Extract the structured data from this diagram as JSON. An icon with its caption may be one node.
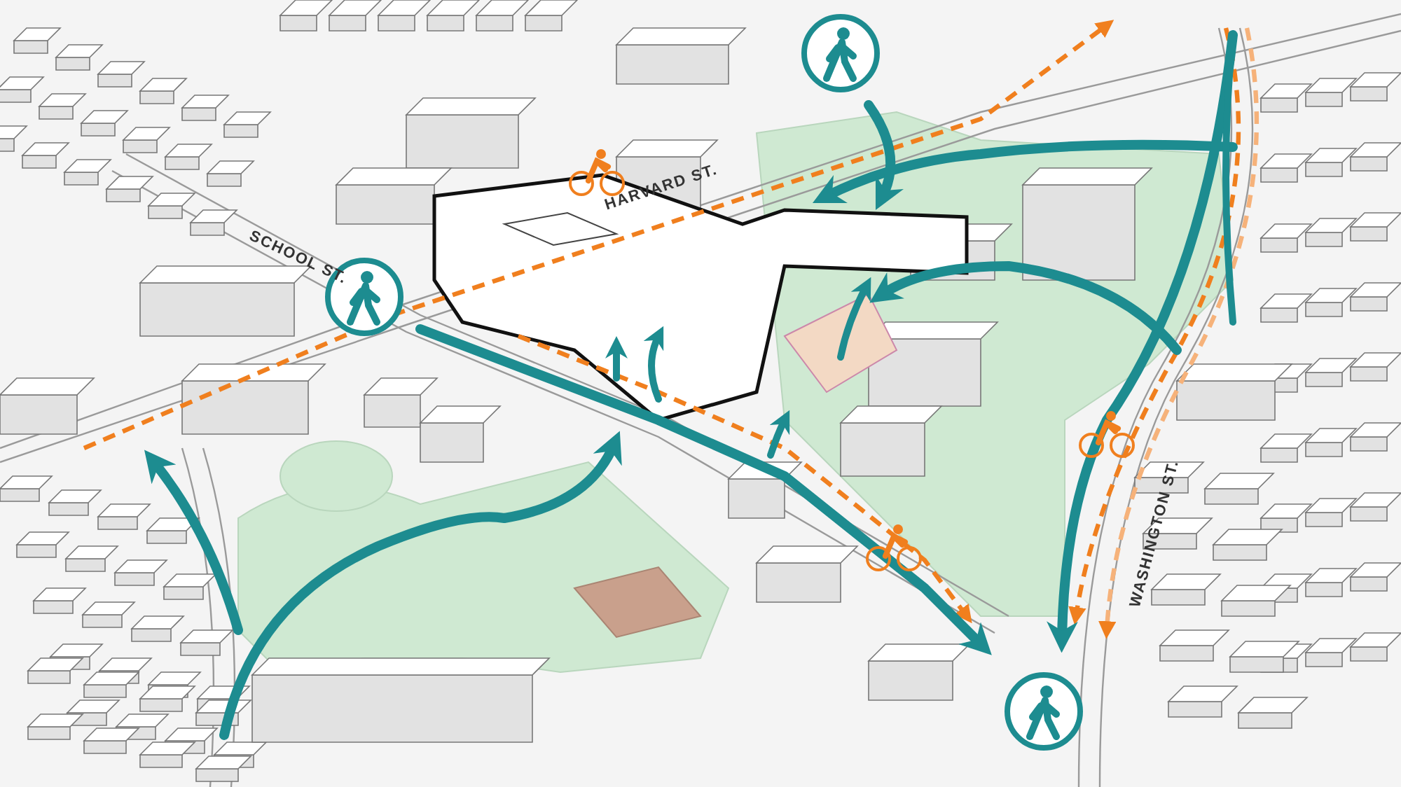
{
  "diagram": {
    "labels": [
      "HARVARD ST.",
      "SCHOOL ST.",
      "WASHINGTON ST."
    ]
  }
}
